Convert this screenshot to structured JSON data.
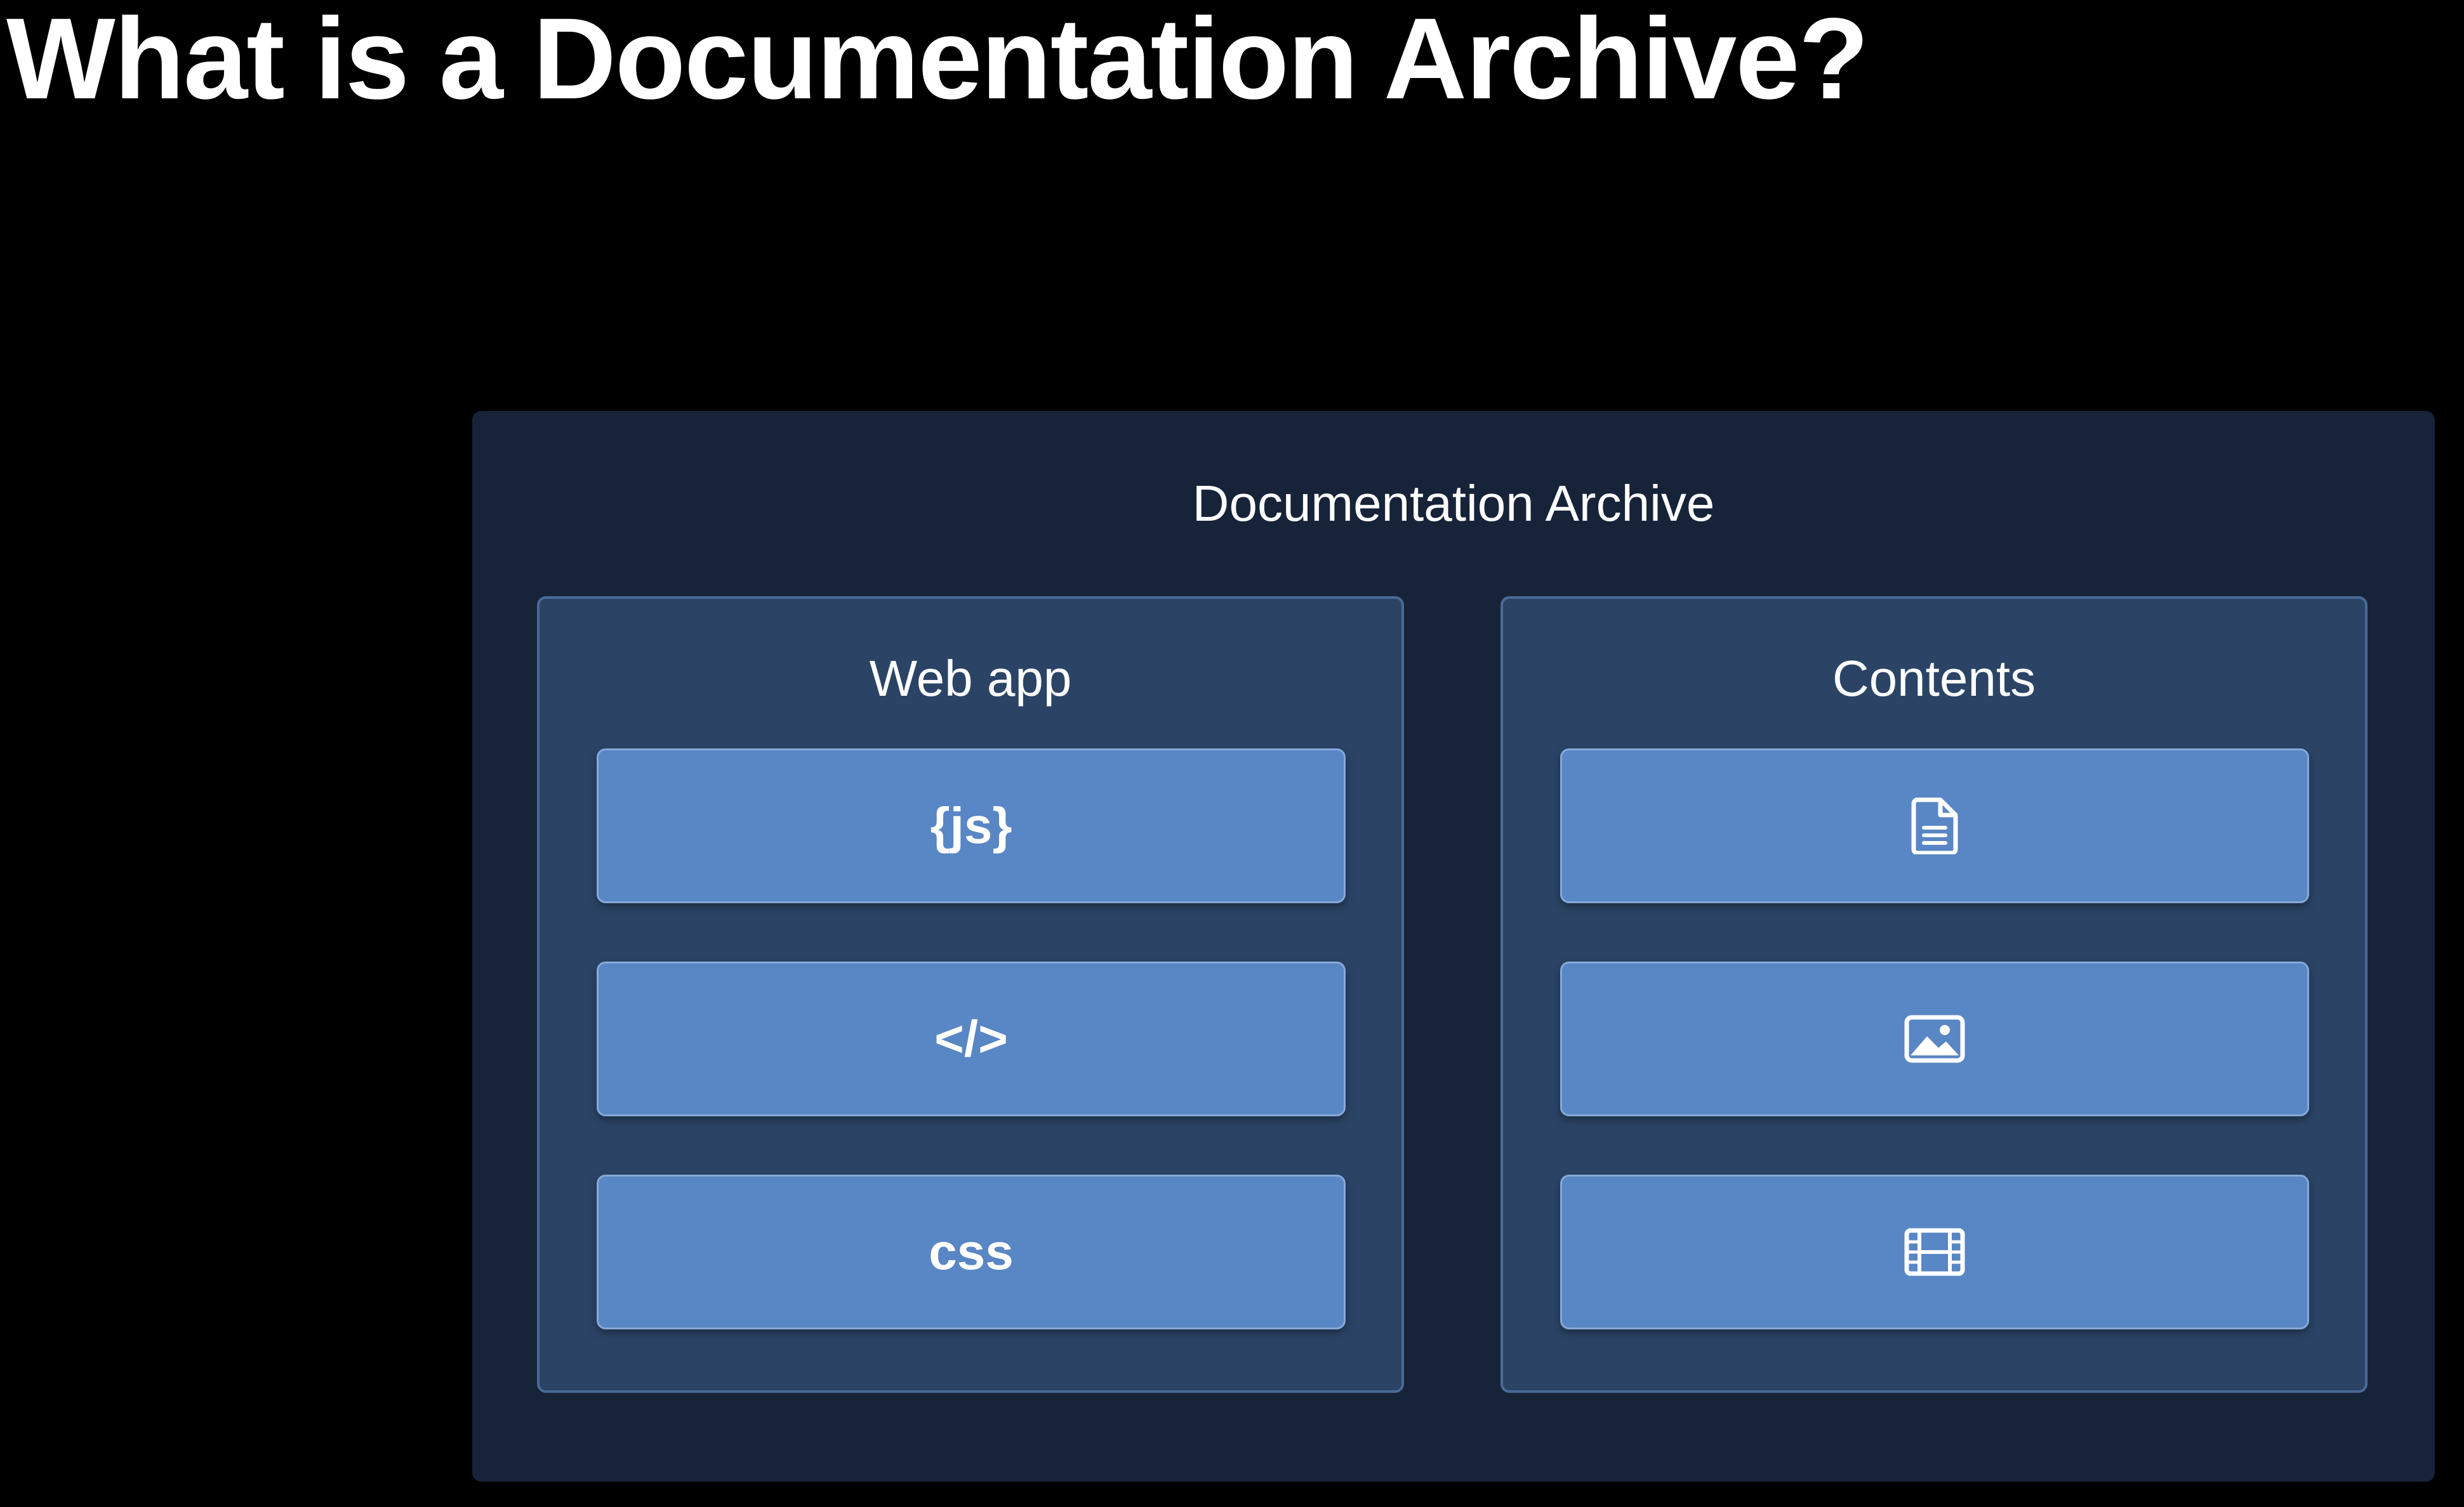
{
  "slide": {
    "title": "What is a Documentation Archive?"
  },
  "colors": {
    "background": "#000000",
    "archive_panel": "#172338",
    "group_panel": "#2b4466",
    "tile": "#5986c4",
    "text": "#ffffff"
  },
  "archive": {
    "title": "Documentation Archive",
    "groups": [
      {
        "title": "Web app",
        "items": [
          {
            "label": "{js}"
          },
          {
            "label": "</>"
          },
          {
            "label": "css"
          }
        ]
      },
      {
        "title": "Contents",
        "items": [
          {
            "icon": "document-icon"
          },
          {
            "icon": "image-icon"
          },
          {
            "icon": "film-icon"
          }
        ]
      }
    ]
  }
}
